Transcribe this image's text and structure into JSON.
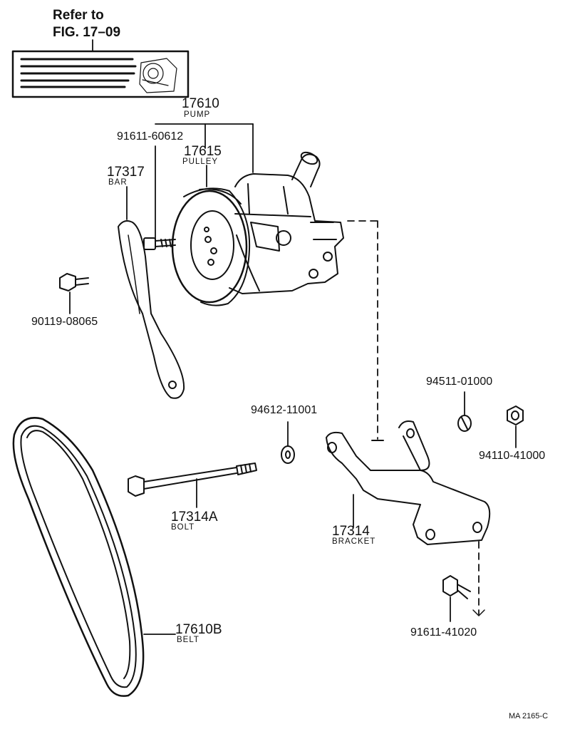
{
  "reference": {
    "line1": "Refer to",
    "line2": "FIG. 17–09"
  },
  "parts": {
    "pump": {
      "number": "17610",
      "name": "PUMP"
    },
    "bolt_a": {
      "number": "91611-60612"
    },
    "pulley": {
      "number": "17615",
      "name": "PULLEY"
    },
    "bar": {
      "number": "17317",
      "name": "BAR"
    },
    "bolt_b": {
      "number": "90119-08065"
    },
    "washer_plain": {
      "number": "94612-11001"
    },
    "washer_spring": {
      "number": "94511-01000"
    },
    "nut": {
      "number": "94110-41000"
    },
    "bolt": {
      "number": "17314A",
      "name": "BOLT"
    },
    "bracket": {
      "number": "17314",
      "name": "BRACKET"
    },
    "bolt_c": {
      "number": "91611-41020"
    },
    "belt": {
      "number": "17610B",
      "name": "BELT"
    }
  },
  "figure_code": "MA 2165-C",
  "colors": {
    "ink": "#111111",
    "paper": "#ffffff"
  }
}
